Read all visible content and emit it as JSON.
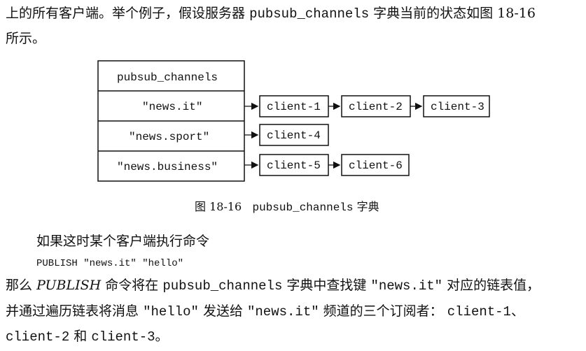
{
  "paragraph1": {
    "line1_pre": "上的所有客户端。举个例子，假设服务器",
    "line1_code": "pubsub_channels",
    "line1_post": "字典当前的状态如图 18-16",
    "line2": "所示。"
  },
  "diagram": {
    "dict_header": "pubsub_channels",
    "keys": [
      "\"news.it\"",
      "\"news.sport\"",
      "\"news.business\""
    ],
    "clients": {
      "row1": [
        "client-1",
        "client-2",
        "client-3"
      ],
      "row2": [
        "client-4"
      ],
      "row3": [
        "client-5",
        "client-6"
      ]
    }
  },
  "caption": {
    "label": "图 18-16",
    "code": "pubsub_channels",
    "suffix": "字典"
  },
  "paragraph2": "如果这时某个客户端执行命令",
  "code_line": "PUBLISH \"news.it\" \"hello\"",
  "paragraph3": {
    "line1_a": "那么",
    "line1_cmd": "PUBLISH",
    "line1_b": "命令将在",
    "line1_code": "pubsub_channels",
    "line1_c": "字典中查找键",
    "line1_key": "\"news.it\"",
    "line1_d": "对应的链表值，",
    "line2_a": "并通过遍历链表将消息",
    "line2_msg": "\"hello\"",
    "line2_b": "发送给",
    "line2_key": "\"news.it\"",
    "line2_c": "频道的三个订阅者：",
    "line2_client": "client-1、",
    "line3_client1": "client-2",
    "line3_and": "和",
    "line3_client2": "client-3",
    "line3_end": "。"
  }
}
